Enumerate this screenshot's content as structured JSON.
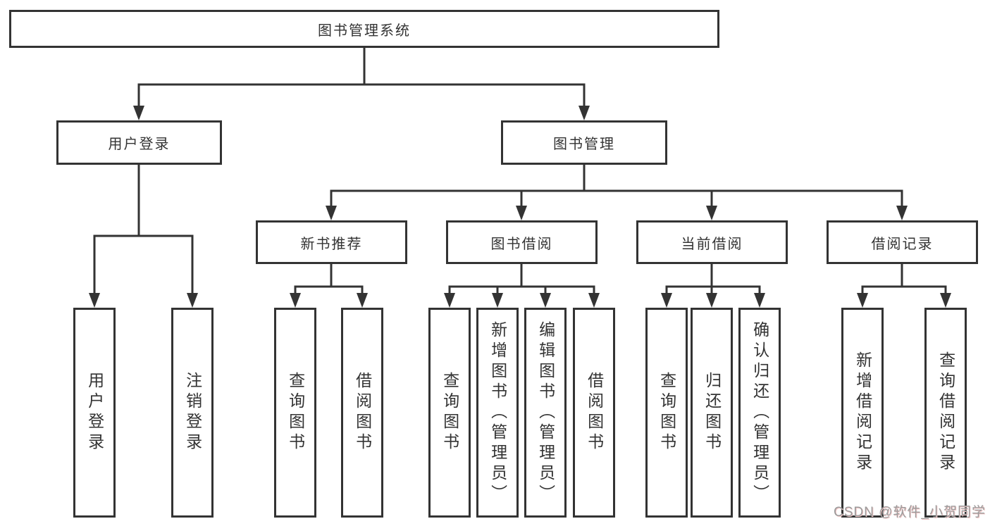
{
  "diagram": {
    "root_label": "图书管理系统",
    "branches": {
      "user_login": {
        "label": "用户登录",
        "children": [
          "用户登录",
          "注销登录"
        ]
      },
      "book_management": {
        "label": "图书管理",
        "sections": {
          "new_books": {
            "label": "新书推荐",
            "children": [
              "查询图书",
              "借阅图书"
            ]
          },
          "borrowing": {
            "label": "图书借阅",
            "children": [
              "查询图书",
              "新增图书（管理员）",
              "编辑图书（管理员）",
              "借阅图书"
            ]
          },
          "current": {
            "label": "当前借阅",
            "children": [
              "查询图书",
              "归还图书",
              "确认归还（管理员）"
            ]
          },
          "records": {
            "label": "借阅记录",
            "children": [
              "新增借阅记录",
              "查询借阅记录"
            ]
          }
        }
      }
    }
  },
  "watermark": {
    "text": "CSDN @软件_小贺同学"
  },
  "colors": {
    "line": "#333333",
    "box_background": "#ffffff",
    "watermark_text": "#9c9c9c"
  }
}
